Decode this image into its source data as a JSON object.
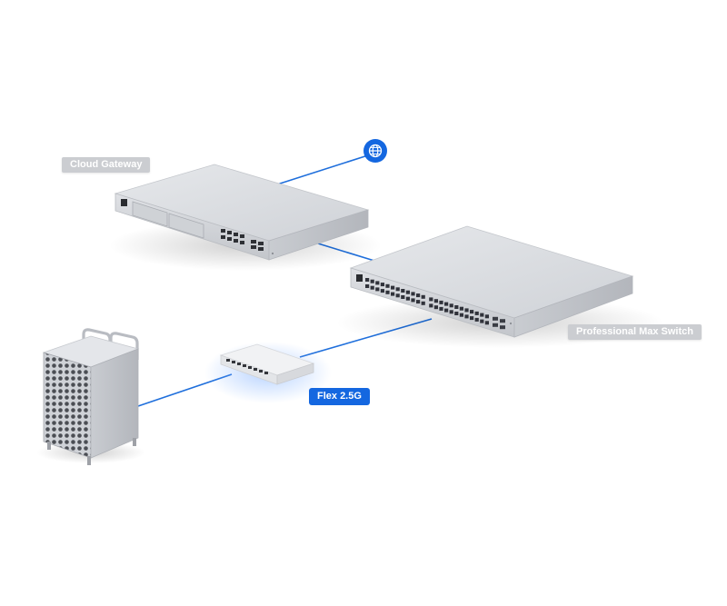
{
  "labels": {
    "cloud_gateway": "Cloud Gateway",
    "professional_max_switch": "Professional Max Switch",
    "flex": "Flex 2.5G"
  },
  "icons": {
    "internet": "globe-icon"
  },
  "colors": {
    "link": "#1f6fdc",
    "accent": "#1467e0",
    "label_bg": "#cbcdd1",
    "device_metal": "#d9dce1"
  }
}
